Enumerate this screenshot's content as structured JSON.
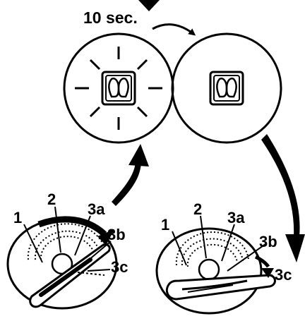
{
  "timer_label": "10 sec.",
  "left_switch": {
    "labels": [
      "1",
      "2",
      "3a",
      "3b",
      "3c"
    ]
  },
  "right_switch": {
    "labels": [
      "1",
      "2",
      "3a",
      "3b",
      "3c"
    ]
  },
  "indicator_icon": "glow-plug-indicator-icon",
  "colors": {
    "ink": "#000000",
    "background": "#ffffff"
  }
}
